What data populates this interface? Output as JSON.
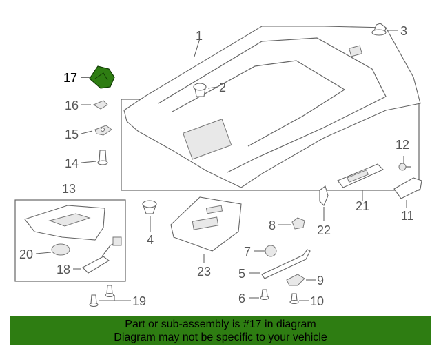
{
  "callouts": {
    "c1": "1",
    "c2": "2",
    "c3": "3",
    "c4": "4",
    "c5": "5",
    "c6": "6",
    "c7": "7",
    "c8": "8",
    "c9": "9",
    "c10": "10",
    "c11": "11",
    "c12": "12",
    "c13": "13",
    "c14": "14",
    "c15": "15",
    "c16": "16",
    "c17": "17",
    "c18": "18",
    "c19": "19",
    "c20": "20",
    "c21": "21",
    "c22": "22",
    "c23": "23"
  },
  "highlight": {
    "part": "17",
    "color": "#2e7d12"
  },
  "banner": {
    "line1": "Part or sub-assembly is #17 in diagram",
    "line2": "Diagram may not be specific to your vehicle",
    "color": "#2e7d12"
  }
}
